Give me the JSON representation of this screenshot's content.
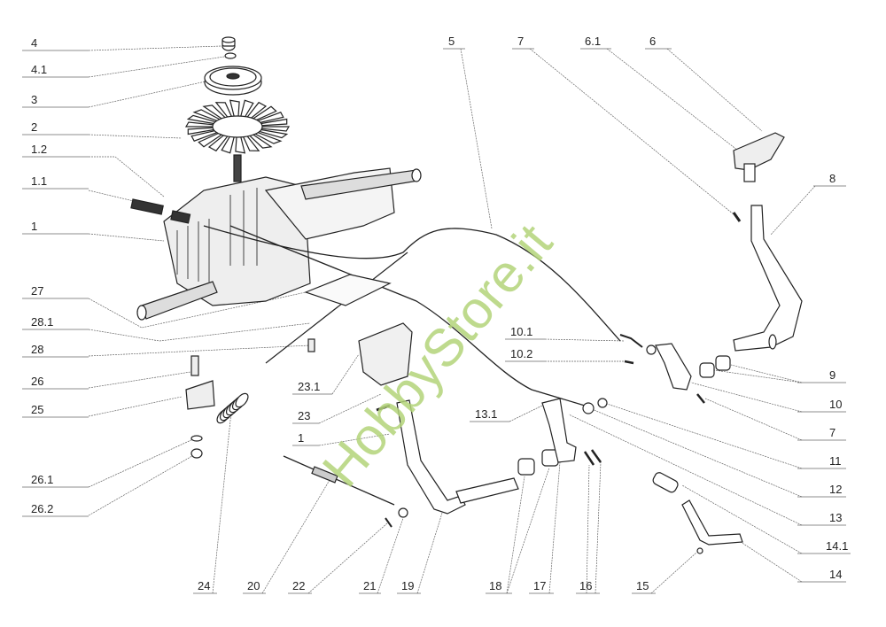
{
  "diagram": {
    "labels": {
      "l4": "4",
      "l4_1": "4.1",
      "l3": "3",
      "l2": "2",
      "l1_2": "1.2",
      "l1_1": "1.1",
      "l1": "1",
      "l27": "27",
      "l28_1": "28.1",
      "l28": "28",
      "l26": "26",
      "l25": "25",
      "l26_1": "26.1",
      "l26_2": "26.2",
      "l5": "5",
      "l7top": "7",
      "l6_1": "6.1",
      "l6": "6",
      "l8": "8",
      "l9": "9",
      "l10": "10",
      "l7right": "7",
      "l11": "11",
      "l12": "12",
      "l13": "13",
      "l14_1": "14.1",
      "l14": "14",
      "l10_1": "10.1",
      "l10_2": "10.2",
      "l13_1": "13.1",
      "l23_1": "23.1",
      "l23": "23",
      "l1mid": "1",
      "l24": "24",
      "l20": "20",
      "l22": "22",
      "l21": "21",
      "l19": "19",
      "l18": "18",
      "l17": "17",
      "l16": "16",
      "l15": "15"
    },
    "watermark": "HobbyStore.it",
    "colors": {
      "line": "#555555",
      "part": "#222222",
      "watermark": "#b3d47a"
    }
  }
}
